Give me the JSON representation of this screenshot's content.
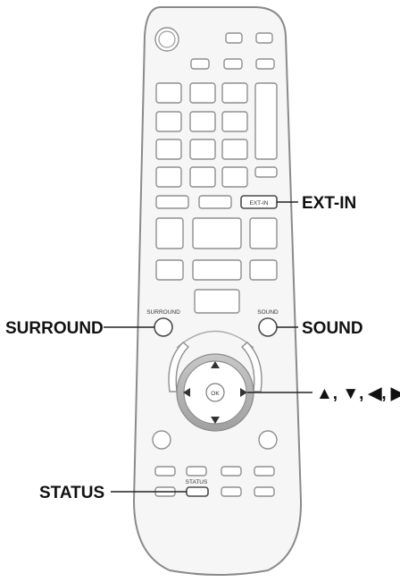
{
  "buttons": {
    "ext_in": "EXT-IN",
    "surround": "SURROUND",
    "sound": "SOUND",
    "status": "STATUS",
    "ok": "OK"
  },
  "callouts": {
    "ext_in": "EXT-IN",
    "surround": "SURROUND",
    "sound": "SOUND",
    "cursor": "▲, ▼, ◀, ▶",
    "status": "STATUS"
  },
  "colors": {
    "body_fill": "#f6f6f6",
    "outline": "#8a8a8a",
    "ring": "#b8b8b8",
    "text": "#111111"
  }
}
